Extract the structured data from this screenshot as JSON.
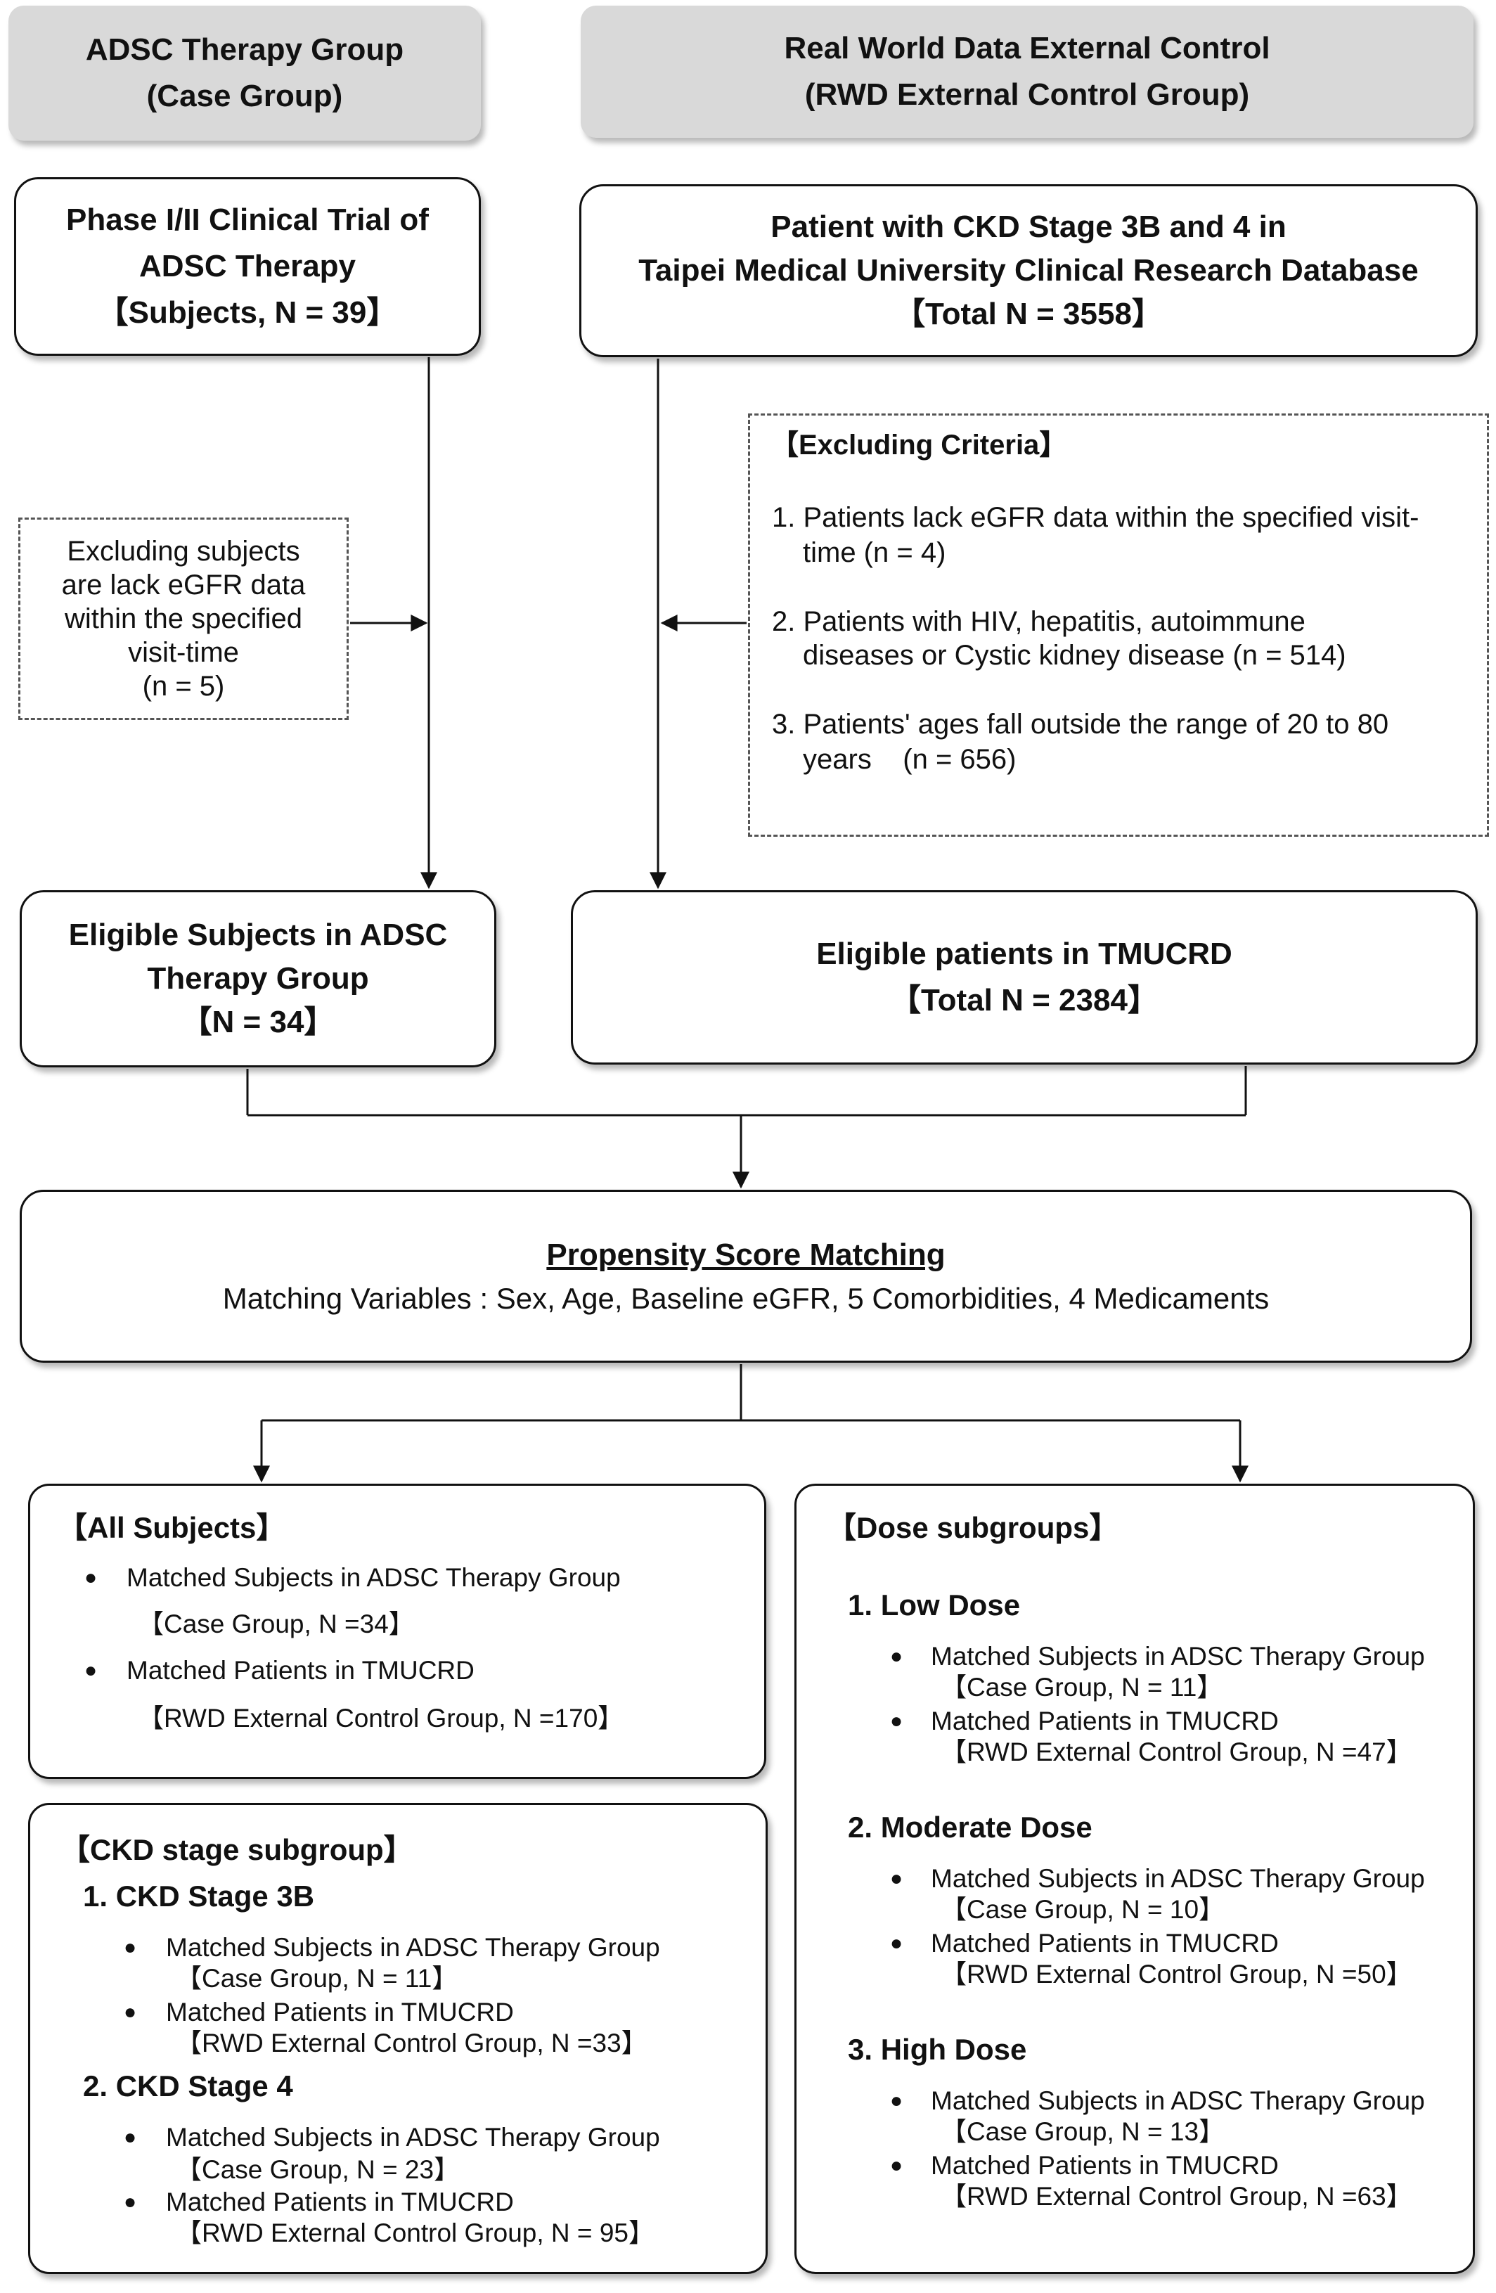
{
  "headers": {
    "case": [
      "ADSC Therapy Group",
      "(Case Group)"
    ],
    "control": [
      "Real World Data External Control",
      "(RWD External Control Group)"
    ]
  },
  "trial_box": [
    "Phase I/II Clinical Trial of",
    "ADSC Therapy",
    "【Subjects, N = 39】"
  ],
  "database_box": [
    "Patient with CKD Stage 3B and 4 in",
    "Taipei Medical University Clinical Research Database",
    "【Total N = 3558】"
  ],
  "case_exclusion": [
    "Excluding subjects",
    "are lack eGFR data",
    "within the specified",
    "visit-time",
    "(n = 5)"
  ],
  "control_exclusion": {
    "title": "【Excluding Criteria】",
    "lines": [
      "1. Patients lack eGFR data within the specified visit-",
      "time (n = 4)",
      "2. Patients with HIV, hepatitis, autoimmune",
      "diseases or Cystic kidney disease (n = 514)",
      "3. Patients' ages fall outside the range of 20 to 80",
      "years    (n = 656)"
    ]
  },
  "eligible_case": [
    "Eligible Subjects in ADSC",
    "Therapy Group",
    "【N = 34】"
  ],
  "eligible_control": [
    "Eligible patients in TMUCRD",
    "【Total N = 2384】"
  ],
  "psm": {
    "title": "Propensity Score Matching",
    "variables": "Matching Variables : Sex, Age, Baseline eGFR, 5 Comorbidities, 4 Medicaments"
  },
  "all_subjects": {
    "title": "【All Subjects】",
    "items": [
      {
        "label": "Matched Subjects in ADSC Therapy Group",
        "detail": "【Case Group, N =34】"
      },
      {
        "label": "Matched Patients in TMUCRD",
        "detail": "【RWD External Control Group, N =170】"
      }
    ]
  },
  "ckd_subgroup": {
    "title": "【CKD stage subgroup】",
    "groups": [
      {
        "name": "1. CKD Stage 3B",
        "items": [
          {
            "label": "Matched Subjects in ADSC Therapy Group",
            "detail": "【Case Group, N = 11】"
          },
          {
            "label": "Matched Patients in TMUCRD",
            "detail": "【RWD External Control Group, N =33】"
          }
        ]
      },
      {
        "name": "2. CKD Stage 4",
        "items": [
          {
            "label": "Matched Subjects in ADSC Therapy Group",
            "detail": "【Case Group, N = 23】"
          },
          {
            "label": "Matched Patients in TMUCRD",
            "detail": "【RWD External Control Group, N = 95】"
          }
        ]
      }
    ]
  },
  "dose_subgroups": {
    "title": "【Dose subgroups】",
    "groups": [
      {
        "name": "1. Low Dose",
        "items": [
          {
            "label": "Matched Subjects in ADSC Therapy Group",
            "detail": "【Case Group, N = 11】"
          },
          {
            "label": "Matched Patients in TMUCRD",
            "detail": "【RWD External Control Group, N =47】"
          }
        ]
      },
      {
        "name": "2. Moderate Dose",
        "items": [
          {
            "label": "Matched Subjects in ADSC Therapy Group",
            "detail": "【Case Group, N = 10】"
          },
          {
            "label": "Matched Patients in TMUCRD",
            "detail": "【RWD External Control Group, N =50】"
          }
        ]
      },
      {
        "name": "3. High Dose",
        "items": [
          {
            "label": "Matched Subjects in ADSC Therapy Group",
            "detail": "【Case Group, N = 13】"
          },
          {
            "label": "Matched Patients in TMUCRD",
            "detail": "【RWD External Control Group, N =63】"
          }
        ]
      }
    ]
  },
  "bullet_symbol": "●"
}
